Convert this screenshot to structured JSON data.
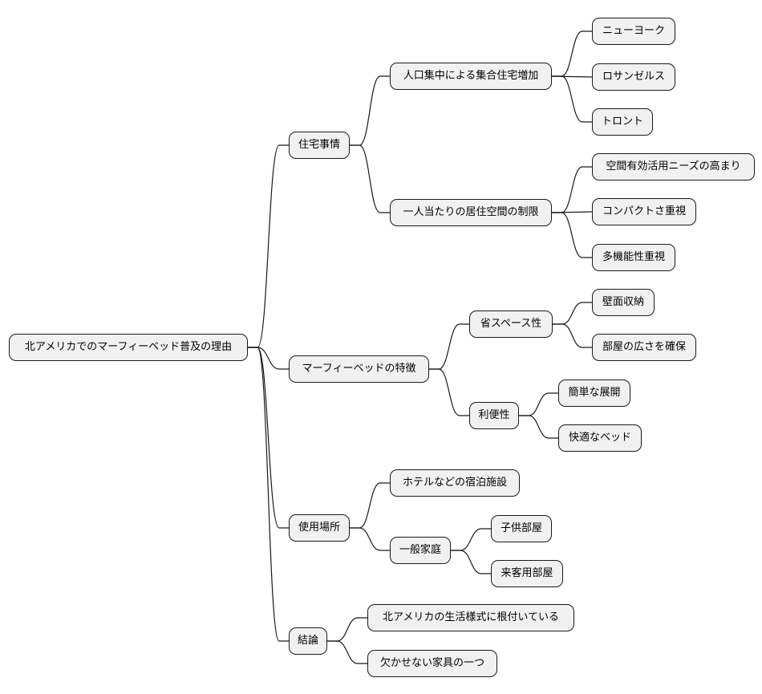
{
  "root": "北アメリカでのマーフィーベッド普及の理由",
  "branches": [
    {
      "label": "住宅事情",
      "children": [
        {
          "label": "人口集中による集合住宅増加",
          "children": [
            "ニューヨーク",
            "ロサンゼルス",
            "トロント"
          ]
        },
        {
          "label": "一人当たりの居住空間の制限",
          "children": [
            "空間有効活用ニーズの高まり",
            "コンパクトさ重視",
            "多機能性重視"
          ]
        }
      ]
    },
    {
      "label": "マーフィーベッドの特徴",
      "children": [
        {
          "label": "省スペース性",
          "children": [
            "壁面収納",
            "部屋の広さを確保"
          ]
        },
        {
          "label": "利便性",
          "children": [
            "簡単な展開",
            "快適なベッド"
          ]
        }
      ]
    },
    {
      "label": "使用場所",
      "children": [
        {
          "label": "ホテルなどの宿泊施設",
          "children": []
        },
        {
          "label": "一般家庭",
          "children": [
            "子供部屋",
            "来客用部屋"
          ]
        }
      ]
    },
    {
      "label": "結論",
      "children": [
        {
          "label": "北アメリカの生活様式に根付いている",
          "children": []
        },
        {
          "label": "欠かせない家具の一つ",
          "children": []
        }
      ]
    }
  ]
}
